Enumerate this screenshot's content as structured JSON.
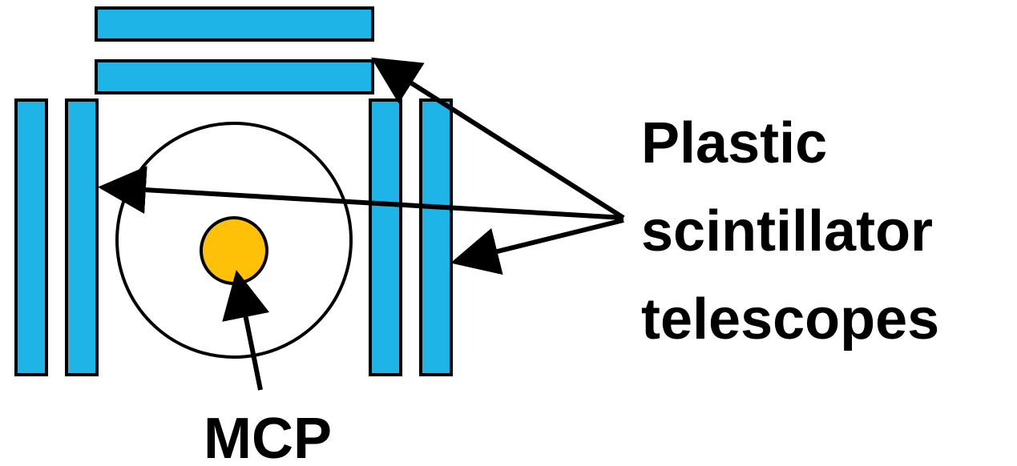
{
  "labels": {
    "telescopes_line1": "Plastic",
    "telescopes_line2": "scintillator",
    "telescopes_line3": "telescopes",
    "mcp": "MCP"
  },
  "colors": {
    "scintillator_fill": "#1eb4e8",
    "mcp_fill": "#ffc107",
    "outline": "#000000",
    "background": "#ffffff"
  }
}
